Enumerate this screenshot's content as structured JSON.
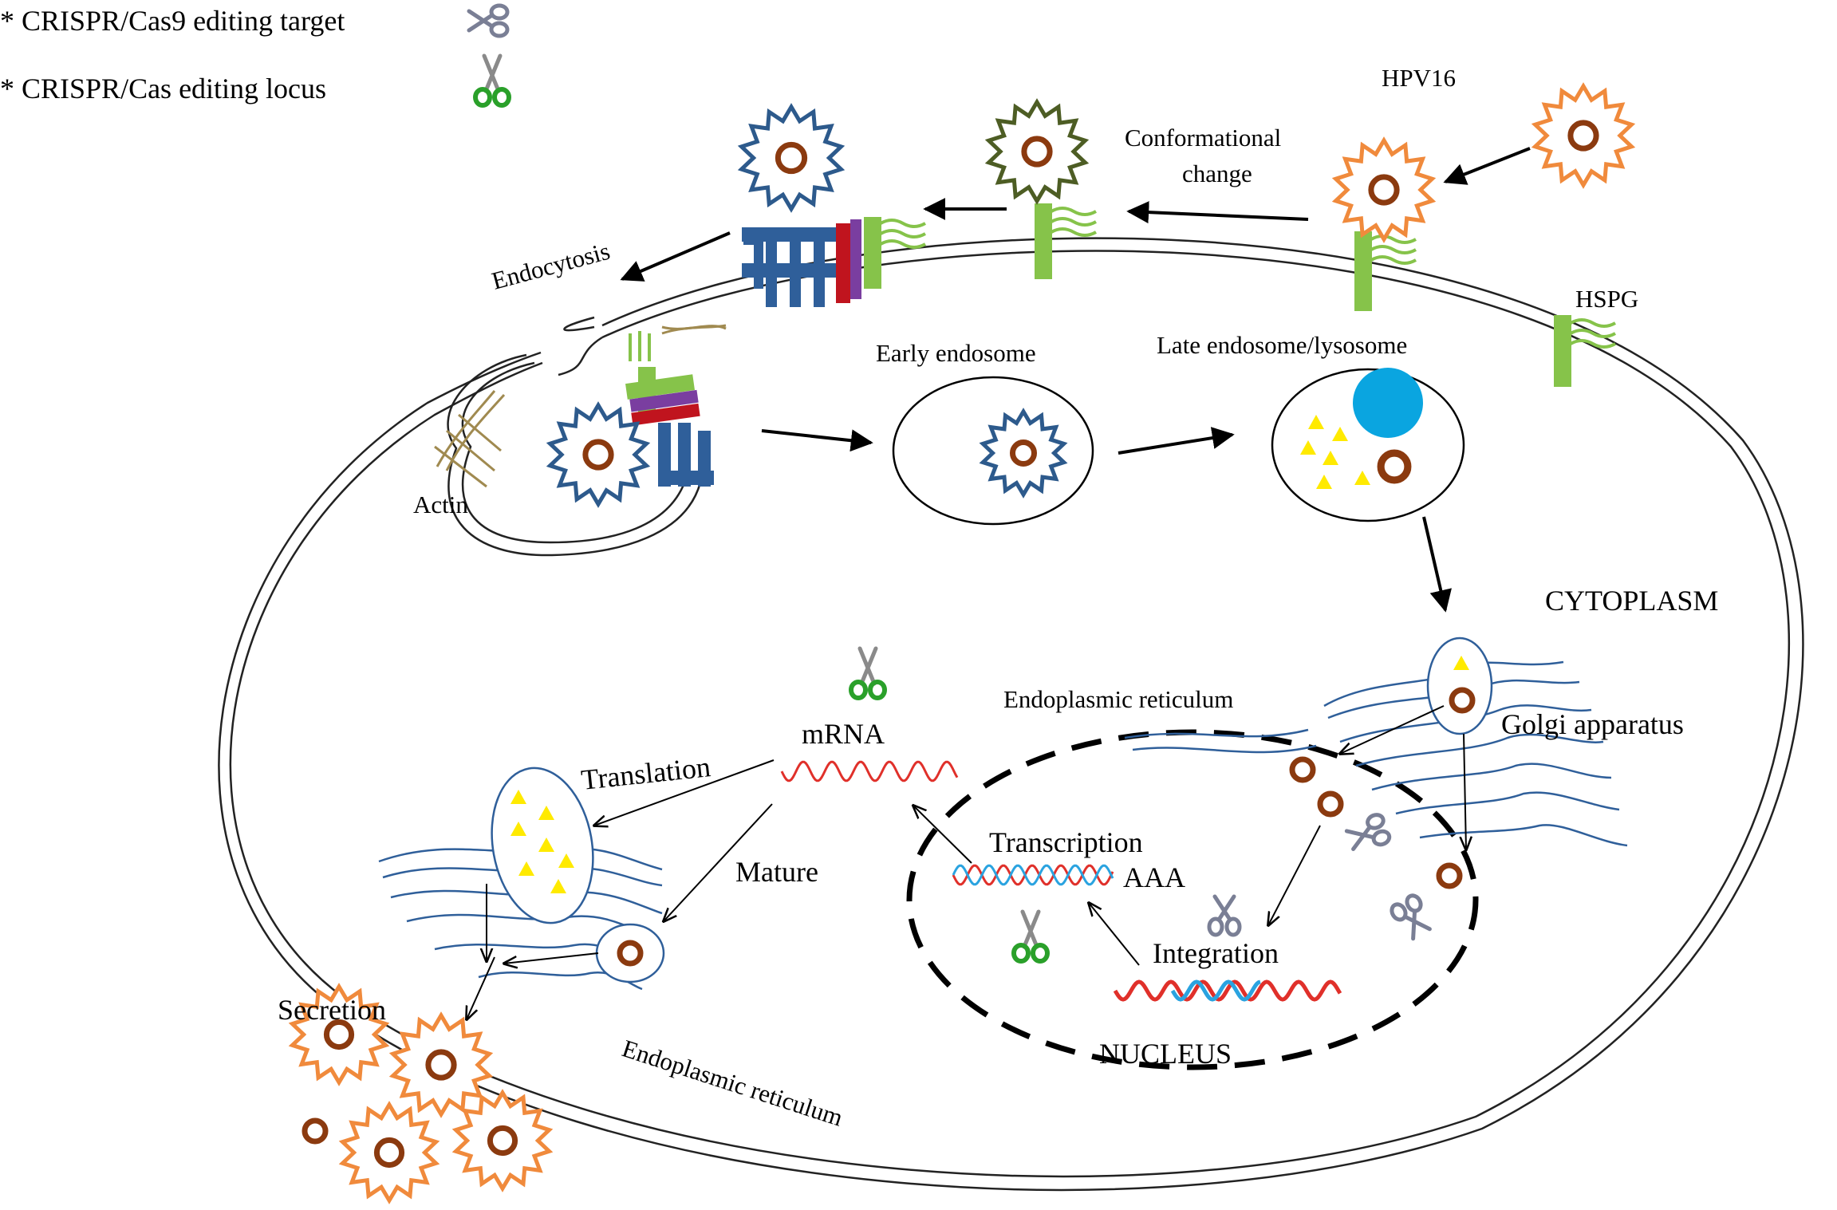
{
  "legend": {
    "target_label": "* CRISPR/Cas9 editing target",
    "locus_label": "* CRISPR/Cas editing locus"
  },
  "labels": {
    "hpv16": "HPV16",
    "conformational": "Conformational",
    "change": "change",
    "endocytosis": "Endocytosis",
    "hspg": "HSPG",
    "early_endosome": "Early endosome",
    "late_endosome": "Late endosome/lysosome",
    "actin": "Actin",
    "cytoplasm": "CYTOPLASM",
    "er_top": "Endoplasmic reticulum",
    "golgi": "Golgi apparatus",
    "mrna": "mRNA",
    "translation": "Translation",
    "mature": "Mature",
    "transcription": "Transcription",
    "aaa": "AAA",
    "integration": "Integration",
    "nucleus": "NUCLEUS",
    "secretion": "Secretion",
    "er_bottom": "Endoplasmic reticulum"
  },
  "colors": {
    "hpv_capsid": "#f08a3c",
    "blue_capsid": "#2d5a8c",
    "green_capsid": "#4d5d24",
    "genome": "#8b3a0f",
    "hspg": "#86c34a",
    "receptor_blue": "#2f5f9a",
    "receptor_red": "#c0141e",
    "receptor_purple": "#7a3ea0",
    "lysosome": "#0aa5e0",
    "protein": "#ffea00",
    "er": "#2f5f9a",
    "dna_red": "#e0302a",
    "dna_blue": "#2aa3e0",
    "scissors_gray": "#7a7f95",
    "scissors_green": "#2aa02a",
    "actin": "#a08a50"
  }
}
